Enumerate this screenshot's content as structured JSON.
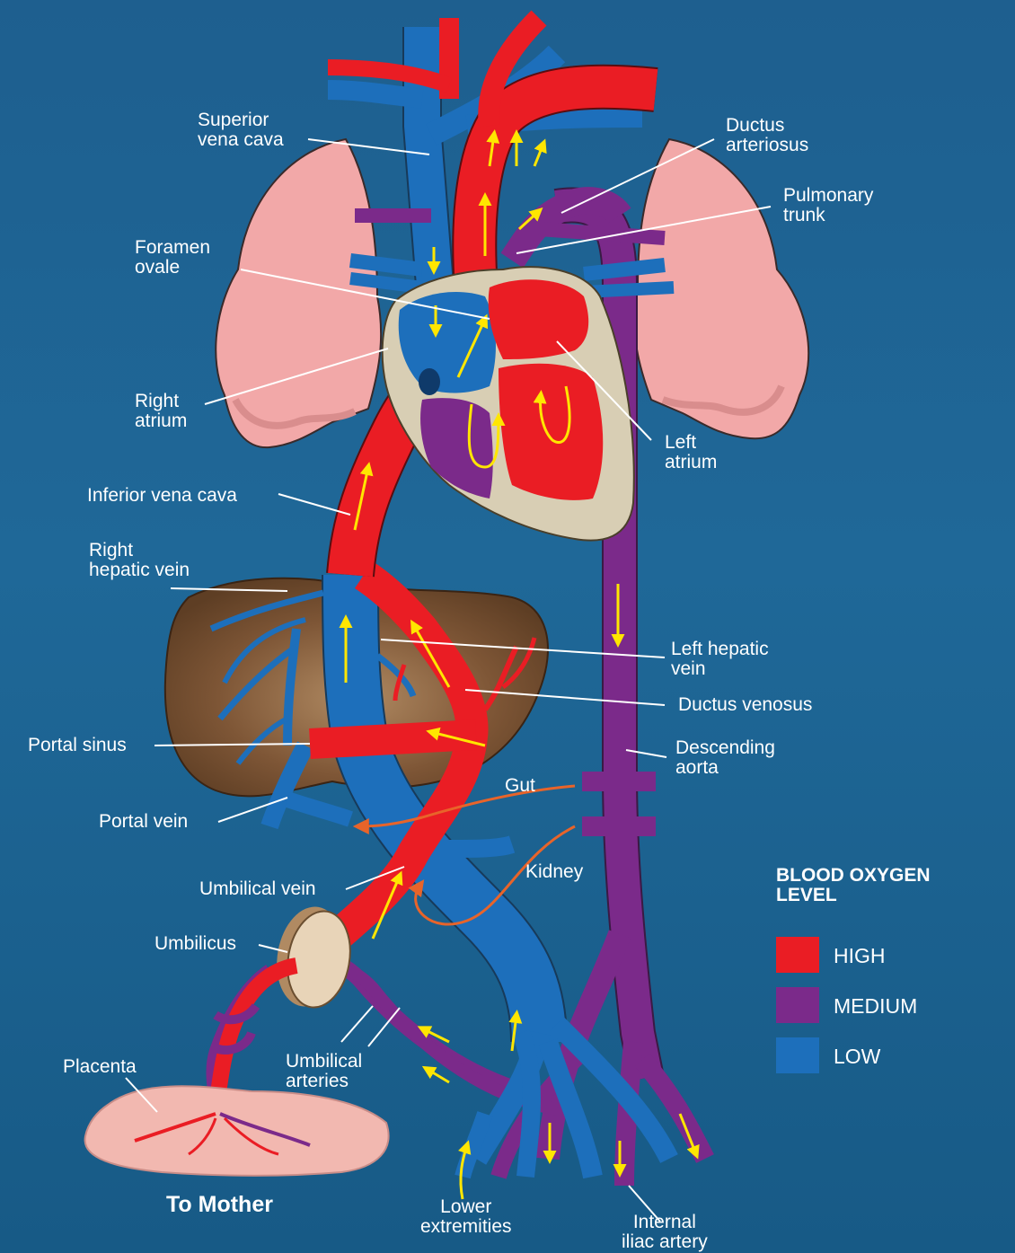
{
  "labels": {
    "superior_vena_cava": "Superior\nvena cava",
    "ductus_arteriosus": "Ductus\narteriosus",
    "pulmonary_trunk": "Pulmonary\ntrunk",
    "foramen_ovale": "Foramen\novale",
    "right_atrium": "Right\natrium",
    "left_atrium": "Left\natrium",
    "inferior_vena_cava": "Inferior vena cava",
    "right_hepatic_vein": "Right\nhepatic vein",
    "left_hepatic_vein": "Left hepatic\nvein",
    "ductus_venosus": "Ductus venosus",
    "portal_sinus": "Portal sinus",
    "descending_aorta": "Descending\naorta",
    "gut": "Gut",
    "portal_vein": "Portal vein",
    "kidney": "Kidney",
    "umbilical_vein": "Umbilical vein",
    "umbilicus": "Umbilicus",
    "placenta": "Placenta",
    "umbilical_arteries": "Umbilical\narteries",
    "to_mother": "To Mother",
    "lower_extremities": "Lower\nextremities",
    "internal_iliac_artery": "Internal\niliac artery"
  },
  "legend": {
    "title": "BLOOD OXYGEN\nLEVEL",
    "items": [
      {
        "label": "HIGH",
        "color": "#ea1d24"
      },
      {
        "label": "MEDIUM",
        "color": "#7b2a8a"
      },
      {
        "label": "LOW",
        "color": "#1d6fbb"
      }
    ]
  },
  "colors": {
    "high": "#ea1d24",
    "medium": "#7b2a8a",
    "low": "#1d6fbb",
    "lung": "#f2a8a8",
    "liver": "#7a5434",
    "heart_wall": "#d8ceb4",
    "flow_arrow": "#ffe600",
    "leader_line": "#ffffff"
  }
}
